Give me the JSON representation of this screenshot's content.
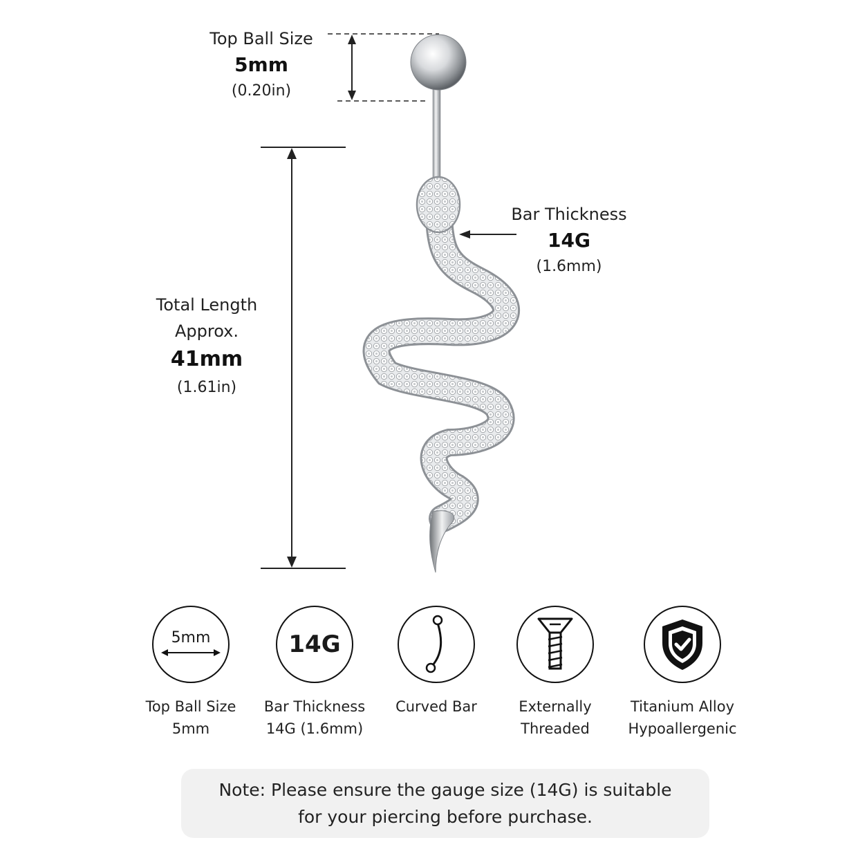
{
  "top_ball": {
    "title": "Top Ball Size",
    "value": "5mm",
    "sub": "(0.20in)"
  },
  "bar_thickness": {
    "title": "Bar Thickness",
    "value": "14G",
    "sub": "(1.6mm)"
  },
  "total_length": {
    "title": "Total Length",
    "title2": "Approx.",
    "value": "41mm",
    "sub": "(1.61in)"
  },
  "features": [
    {
      "icon": "ball-size-icon",
      "icon_text": "5mm",
      "line1": "Top Ball Size",
      "line2": "5mm"
    },
    {
      "icon": "gauge-icon",
      "icon_text": "14G",
      "line1": "Bar Thickness",
      "line2": "14G (1.6mm)"
    },
    {
      "icon": "curved-bar-icon",
      "line1": "Curved Bar",
      "line2": ""
    },
    {
      "icon": "screw-icon",
      "line1": "Externally",
      "line2": "Threaded"
    },
    {
      "icon": "shield-check-icon",
      "line1": "Titanium Alloy",
      "line2": "Hypoallergenic"
    }
  ],
  "note": {
    "line1": "Note: Please ensure the gauge size (14G) is suitable",
    "line2": "for your piercing before purchase."
  },
  "colors": {
    "text": "#1a1a1a",
    "note_bg": "#f1f1f1",
    "metal": "#c9ccd0"
  }
}
